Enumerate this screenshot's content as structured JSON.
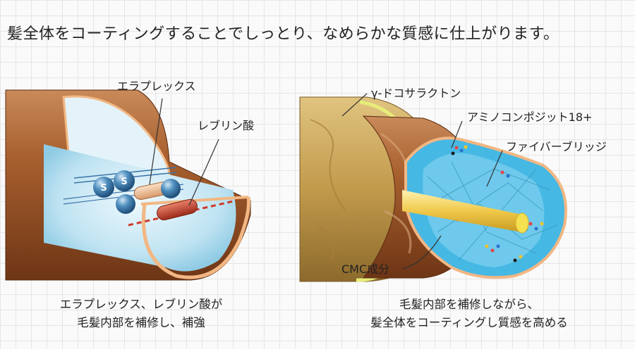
{
  "headline": "髪全体をコーティングすることでしっとり、なめらかな質感に仕上がります。",
  "left_diagram": {
    "label_eraplex": "エラプレックス",
    "label_leburin": "レブリン酸",
    "s_marker": "S",
    "caption_line1": "エラプレックス、レブリン酸が",
    "caption_line2": "毛髪内部を補修し、補強"
  },
  "right_diagram": {
    "label_gamma": "γ-ドコサラクトン",
    "label_amino": "アミノコンポジット18+",
    "label_fiber": "ファイバーブリッジ",
    "label_cmc": "CMC成分",
    "caption_line1": "毛髪内部を補修しながら、",
    "caption_line2": "髪全体をコーティングし質感を高める"
  },
  "colors": {
    "hair_brown": "#a2562e",
    "cortex_blue": "#bfe3f2",
    "cuticle_gold": "#c9a657",
    "cuticle_edge": "#e6ec7a",
    "core_yellow": "#f3d44a",
    "leburin_red": "#c2402a",
    "sphere_blue": "#3f7fb0"
  }
}
